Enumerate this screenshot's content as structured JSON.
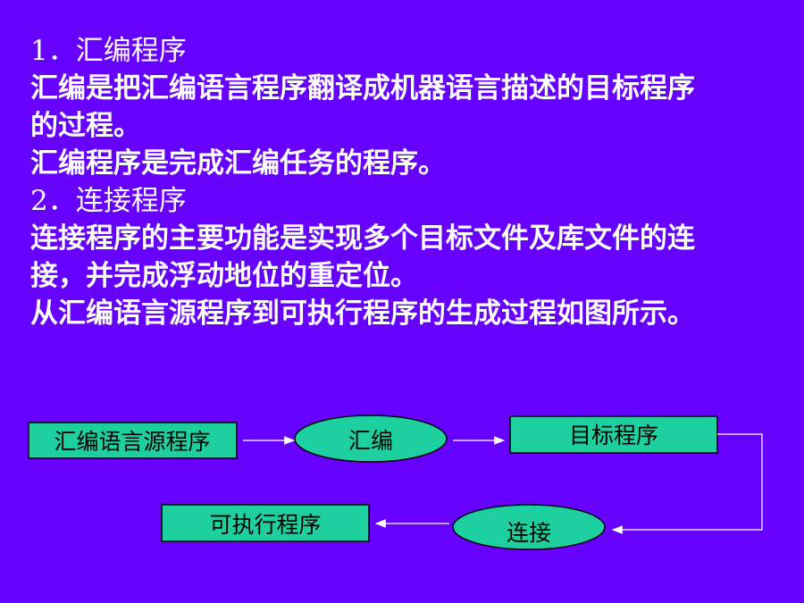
{
  "content": {
    "line1": "1．汇编程序",
    "line2": "汇编是把汇编语言程序翻译成机器语言描述的目标程序",
    "line3": "的过程。",
    "line4": "汇编程序是完成汇编任务的程序。",
    "line5": "2．连接程序",
    "line6": "连接程序的主要功能是实现多个目标文件及库文件的连",
    "line7": "接，并完成浮动地位的重定位。",
    "line8": "从汇编语言源程序到可执行程序的生成过程如图所示。"
  },
  "diagram": {
    "source_label": "汇编语言源程序",
    "assemble_label": "汇编",
    "object_label": "目标程序",
    "link_label": "连接",
    "executable_label": "可执行程序"
  },
  "colors": {
    "background": "#6600ff",
    "node_fill": "#1ecf9f",
    "text": "#ffffff"
  }
}
